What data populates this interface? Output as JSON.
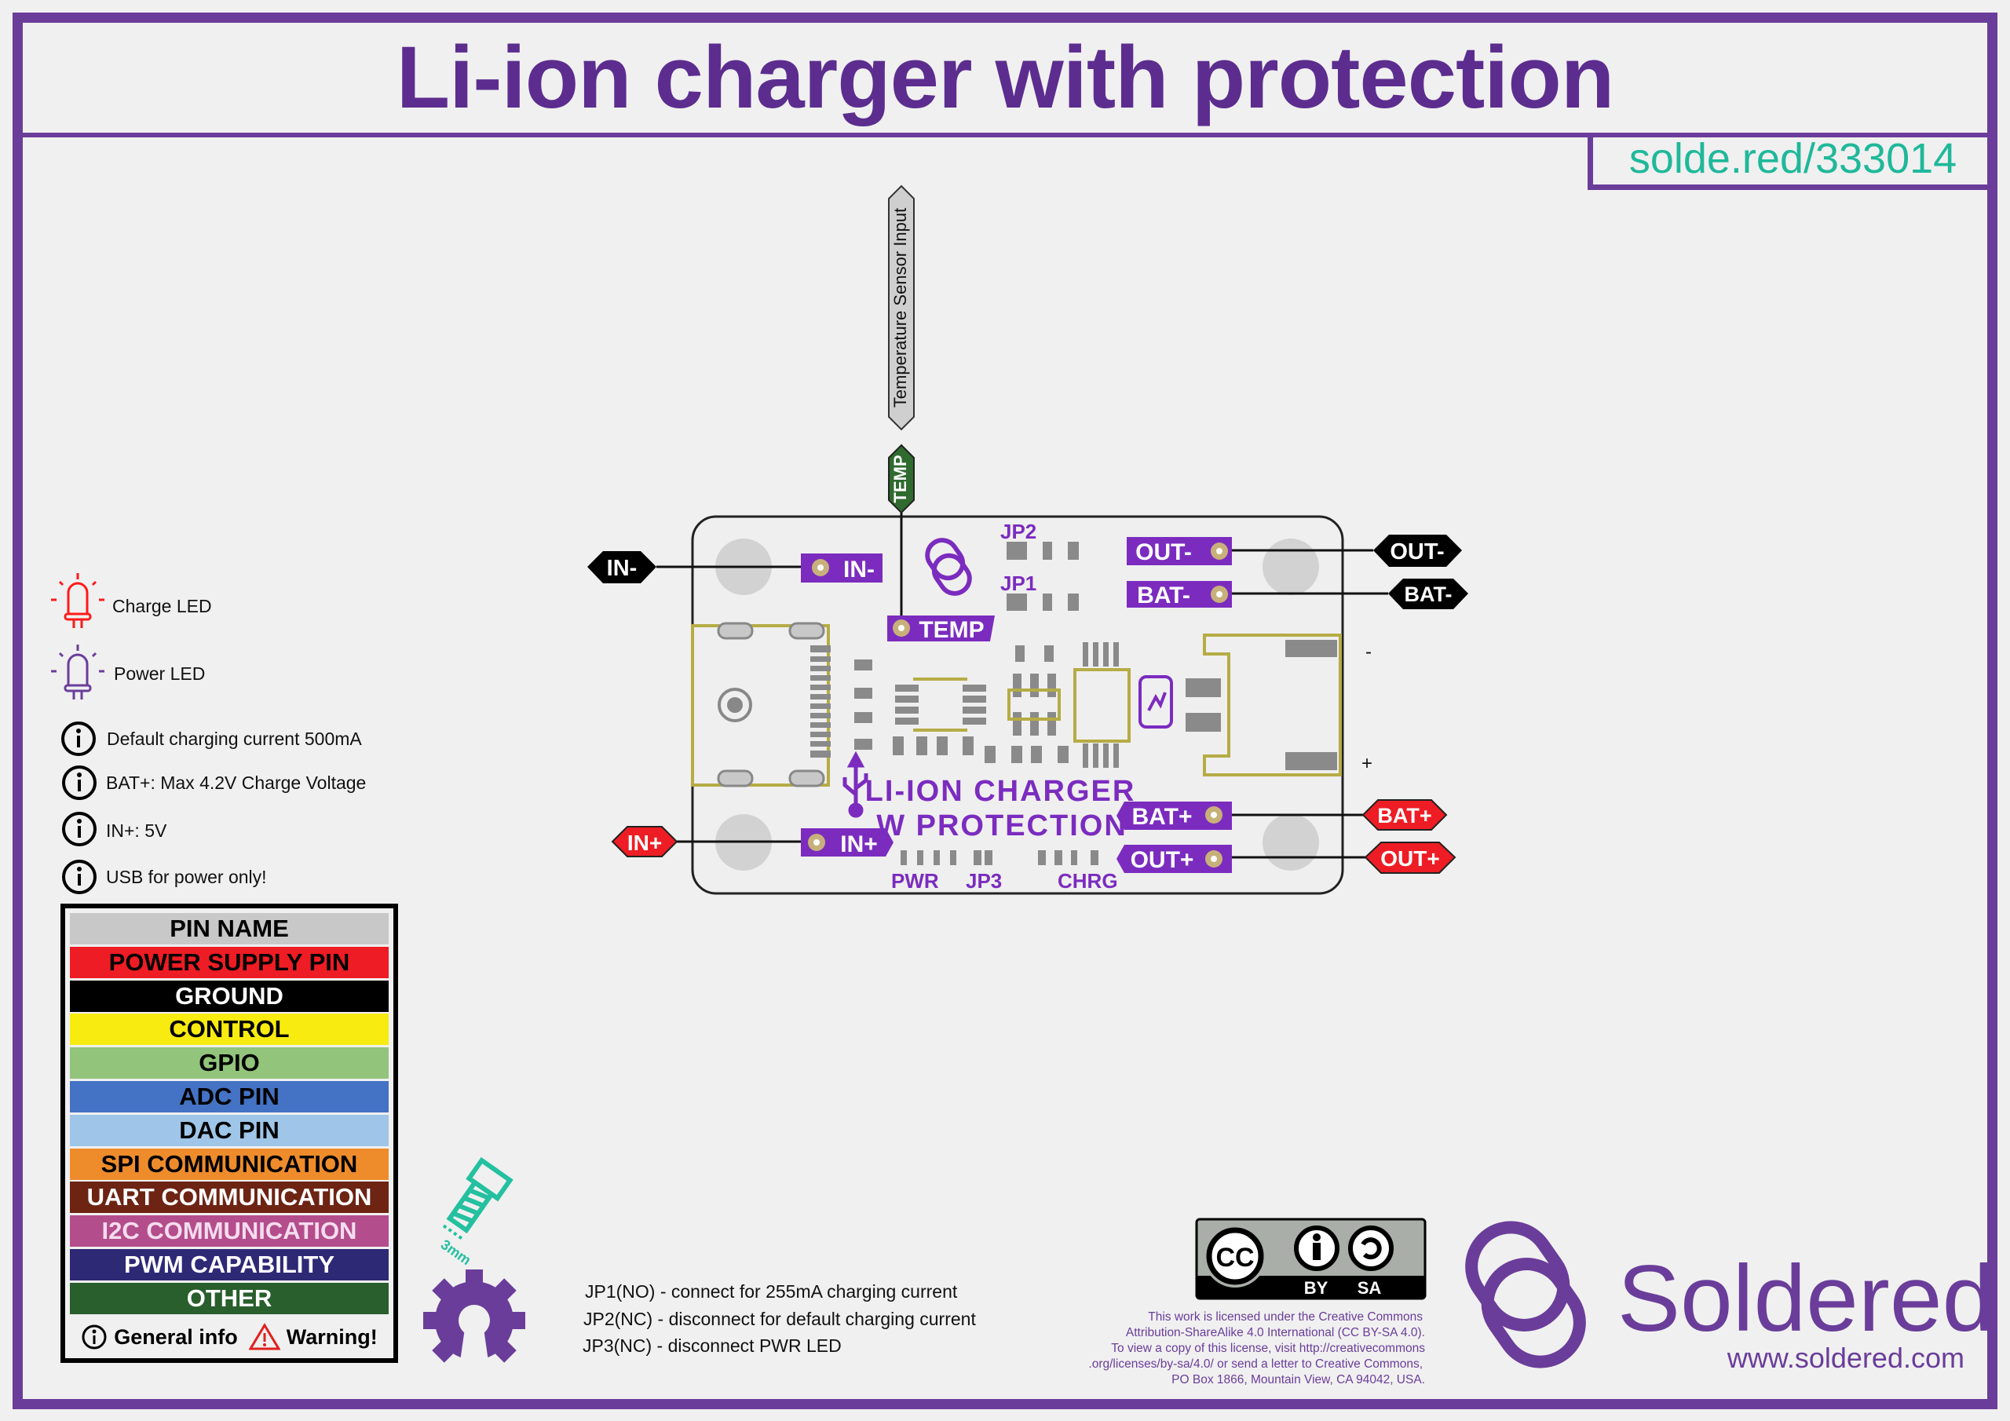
{
  "title": "Li-ion charger with protection",
  "url": "solde.red/333014",
  "temp_sensor": {
    "label": "Temperature Sensor Input",
    "pin": "TEMP"
  },
  "external_pins": {
    "in_minus": "IN-",
    "in_plus": "IN+",
    "out_minus": "OUT-",
    "bat_minus": "BAT-",
    "bat_plus": "BAT+",
    "out_plus": "OUT+"
  },
  "board": {
    "pads": {
      "in_minus": "IN-",
      "temp": "TEMP",
      "out_minus": "OUT-",
      "bat_minus": "BAT-",
      "bat_plus": "BAT+",
      "out_plus": "OUT+",
      "in_plus": "IN+"
    },
    "silkscreen": {
      "line1": "LI-ION CHARGER",
      "line2": "W PROTECTION",
      "jp1": "JP1",
      "jp2": "JP2",
      "jp3": "JP3",
      "pwr": "PWR",
      "chrg": "CHRG",
      "bat_minus_mark": "-",
      "bat_plus_mark": "+"
    }
  },
  "leds": [
    {
      "label": "Charge LED",
      "color": "#ff1a1a"
    },
    {
      "label": "Power LED",
      "color": "#6a3d9a"
    }
  ],
  "info": [
    "Default charging current 500mA",
    "BAT+: Max 4.2V Charge Voltage",
    "IN+: 5V",
    "USB for power only!"
  ],
  "pin_legend": {
    "rows": [
      {
        "label": "PIN NAME",
        "bg": "#c8c8c8",
        "fg": "#000000"
      },
      {
        "label": "POWER SUPPLY PIN",
        "bg": "#ee1c24",
        "fg": "#000000"
      },
      {
        "label": "GROUND",
        "bg": "#000000",
        "fg": "#ffffff"
      },
      {
        "label": "CONTROL",
        "bg": "#f8eb10",
        "fg": "#000000"
      },
      {
        "label": "GPIO",
        "bg": "#92c47c",
        "fg": "#000000"
      },
      {
        "label": "ADC PIN",
        "bg": "#4472c4",
        "fg": "#000000"
      },
      {
        "label": "DAC PIN",
        "bg": "#9fc5e8",
        "fg": "#000000"
      },
      {
        "label": "SPI COMMUNICATION",
        "bg": "#ee8c2c",
        "fg": "#000000"
      },
      {
        "label": "UART COMMUNICATION",
        "bg": "#6d2413",
        "fg": "#ffffff"
      },
      {
        "label": "I2C COMMUNICATION",
        "bg": "#b44d8c",
        "fg": "#f4dcee"
      },
      {
        "label": "PWM CAPABILITY",
        "bg": "#2e2975",
        "fg": "#ffffff"
      },
      {
        "label": "OTHER",
        "bg": "#285f2c",
        "fg": "#ffffff"
      }
    ],
    "general_info": "General info",
    "warning": "Warning!"
  },
  "screw_size": "3mm",
  "jumper_notes": [
    "JP1(NO) - connect for 255mA charging current",
    "JP2(NC) - disconnect for default charging current",
    "JP3(NC) - disconnect PWR LED"
  ],
  "license": {
    "badge": {
      "by": "BY",
      "sa": "SA",
      "cc": "CC"
    },
    "lines": [
      "This work is licensed under the Creative Commons",
      "Attribution-ShareAlike 4.0 International (CC BY-SA 4.0).",
      "To view a copy of this license, visit http://creativecommons",
      ".org/licenses/by-sa/4.0/ or send a letter to Creative Commons,",
      "PO Box 1866, Mountain View, CA 94042, USA."
    ]
  },
  "brand": {
    "name": "Soldered",
    "url": "www.soldered.com"
  }
}
